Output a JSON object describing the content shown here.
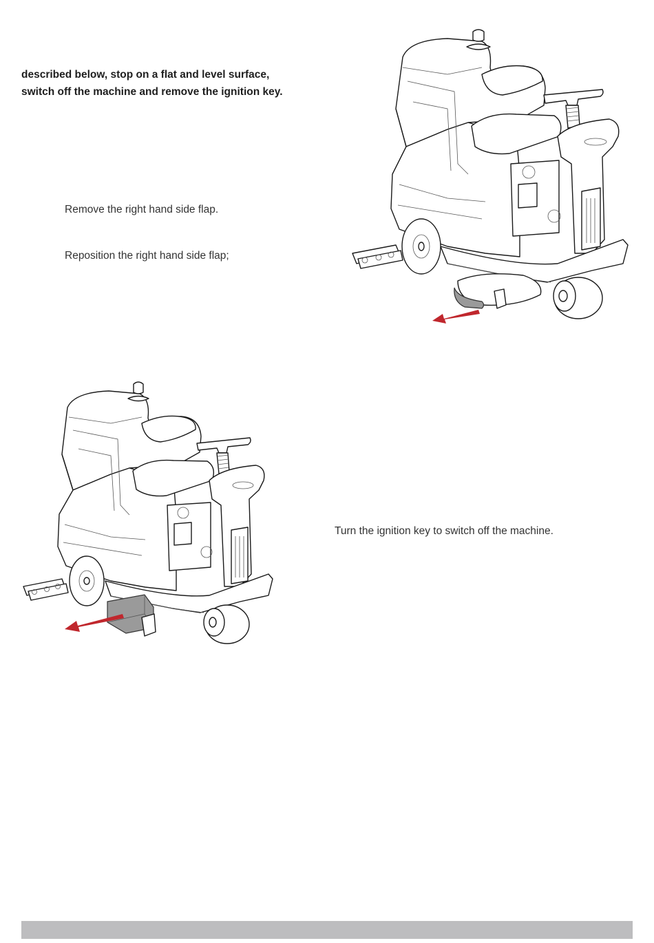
{
  "intro": {
    "line1": "described below, stop on a flat and level surface,",
    "line2": "switch off the machine and remove the ignition key."
  },
  "steps": [
    {
      "text": "Remove the right hand side flap."
    },
    {
      "text": "Reposition the right hand side flap;"
    },
    {
      "text": "Turn the ignition key to switch off the machine."
    }
  ],
  "colors": {
    "arrow": "#c0272d",
    "footer_bar": "#bdbdbf",
    "flap_highlight": "#9a9a9a"
  },
  "illustrations": [
    {
      "name": "scrubber-dryer-flap-removed-illustration",
      "icon": "ride-on-scrubber-drawing"
    },
    {
      "name": "scrubber-dryer-flap-repositioned-illustration",
      "icon": "ride-on-scrubber-drawing"
    }
  ]
}
